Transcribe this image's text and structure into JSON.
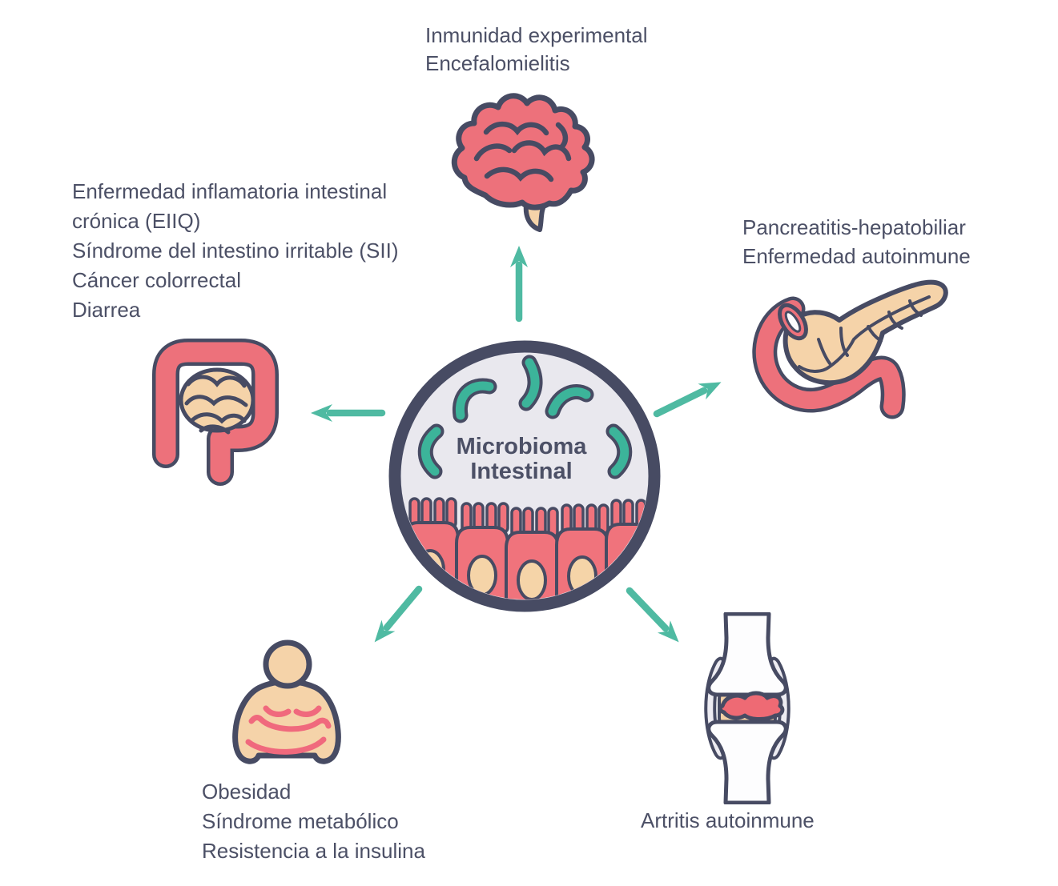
{
  "background": "#FFFFFF",
  "palette": {
    "outline_navy": "#474B63",
    "text_color": "#4C5066",
    "organ_pink": "#ED717B",
    "skin_tan": "#F5D3A9",
    "fold_pink": "#F0697D",
    "arrow_teal": "#4FBAA2",
    "bacteria_teal": "#3CB49A",
    "circle_interior": "#E9E8EE",
    "bone_white": "#FDFDFE",
    "ligament_gray": "#EDECF2",
    "synovium_red": "#EE6A74"
  },
  "center": {
    "icon": "gut-microbiome-circle-icon",
    "label_lines": [
      "Microbioma",
      "Intestinal"
    ]
  },
  "nodes": {
    "brain": {
      "icon": "brain-icon",
      "label_lines": [
        "Inmunidad experimental",
        "Encefalomielitis"
      ]
    },
    "intestine": {
      "icon": "intestine-icon",
      "label_lines": [
        "Enfermedad inflamatoria intestinal",
        "crónica (EIIQ)",
        "Síndrome del intestino irritable (SII)",
        "Cáncer colorrectal",
        "Diarrea"
      ]
    },
    "pancreas": {
      "icon": "pancreas-icon",
      "label_lines": [
        "Pancreatitis-hepatobiliar",
        "Enfermedad autoinmune"
      ]
    },
    "obesity": {
      "icon": "obese-person-icon",
      "label_lines": [
        "Obesidad",
        "Síndrome metabólico",
        "Resistencia a la insulina"
      ]
    },
    "arthritis": {
      "icon": "joint-icon",
      "label_lines": [
        "Artritis autoinmune"
      ]
    }
  }
}
